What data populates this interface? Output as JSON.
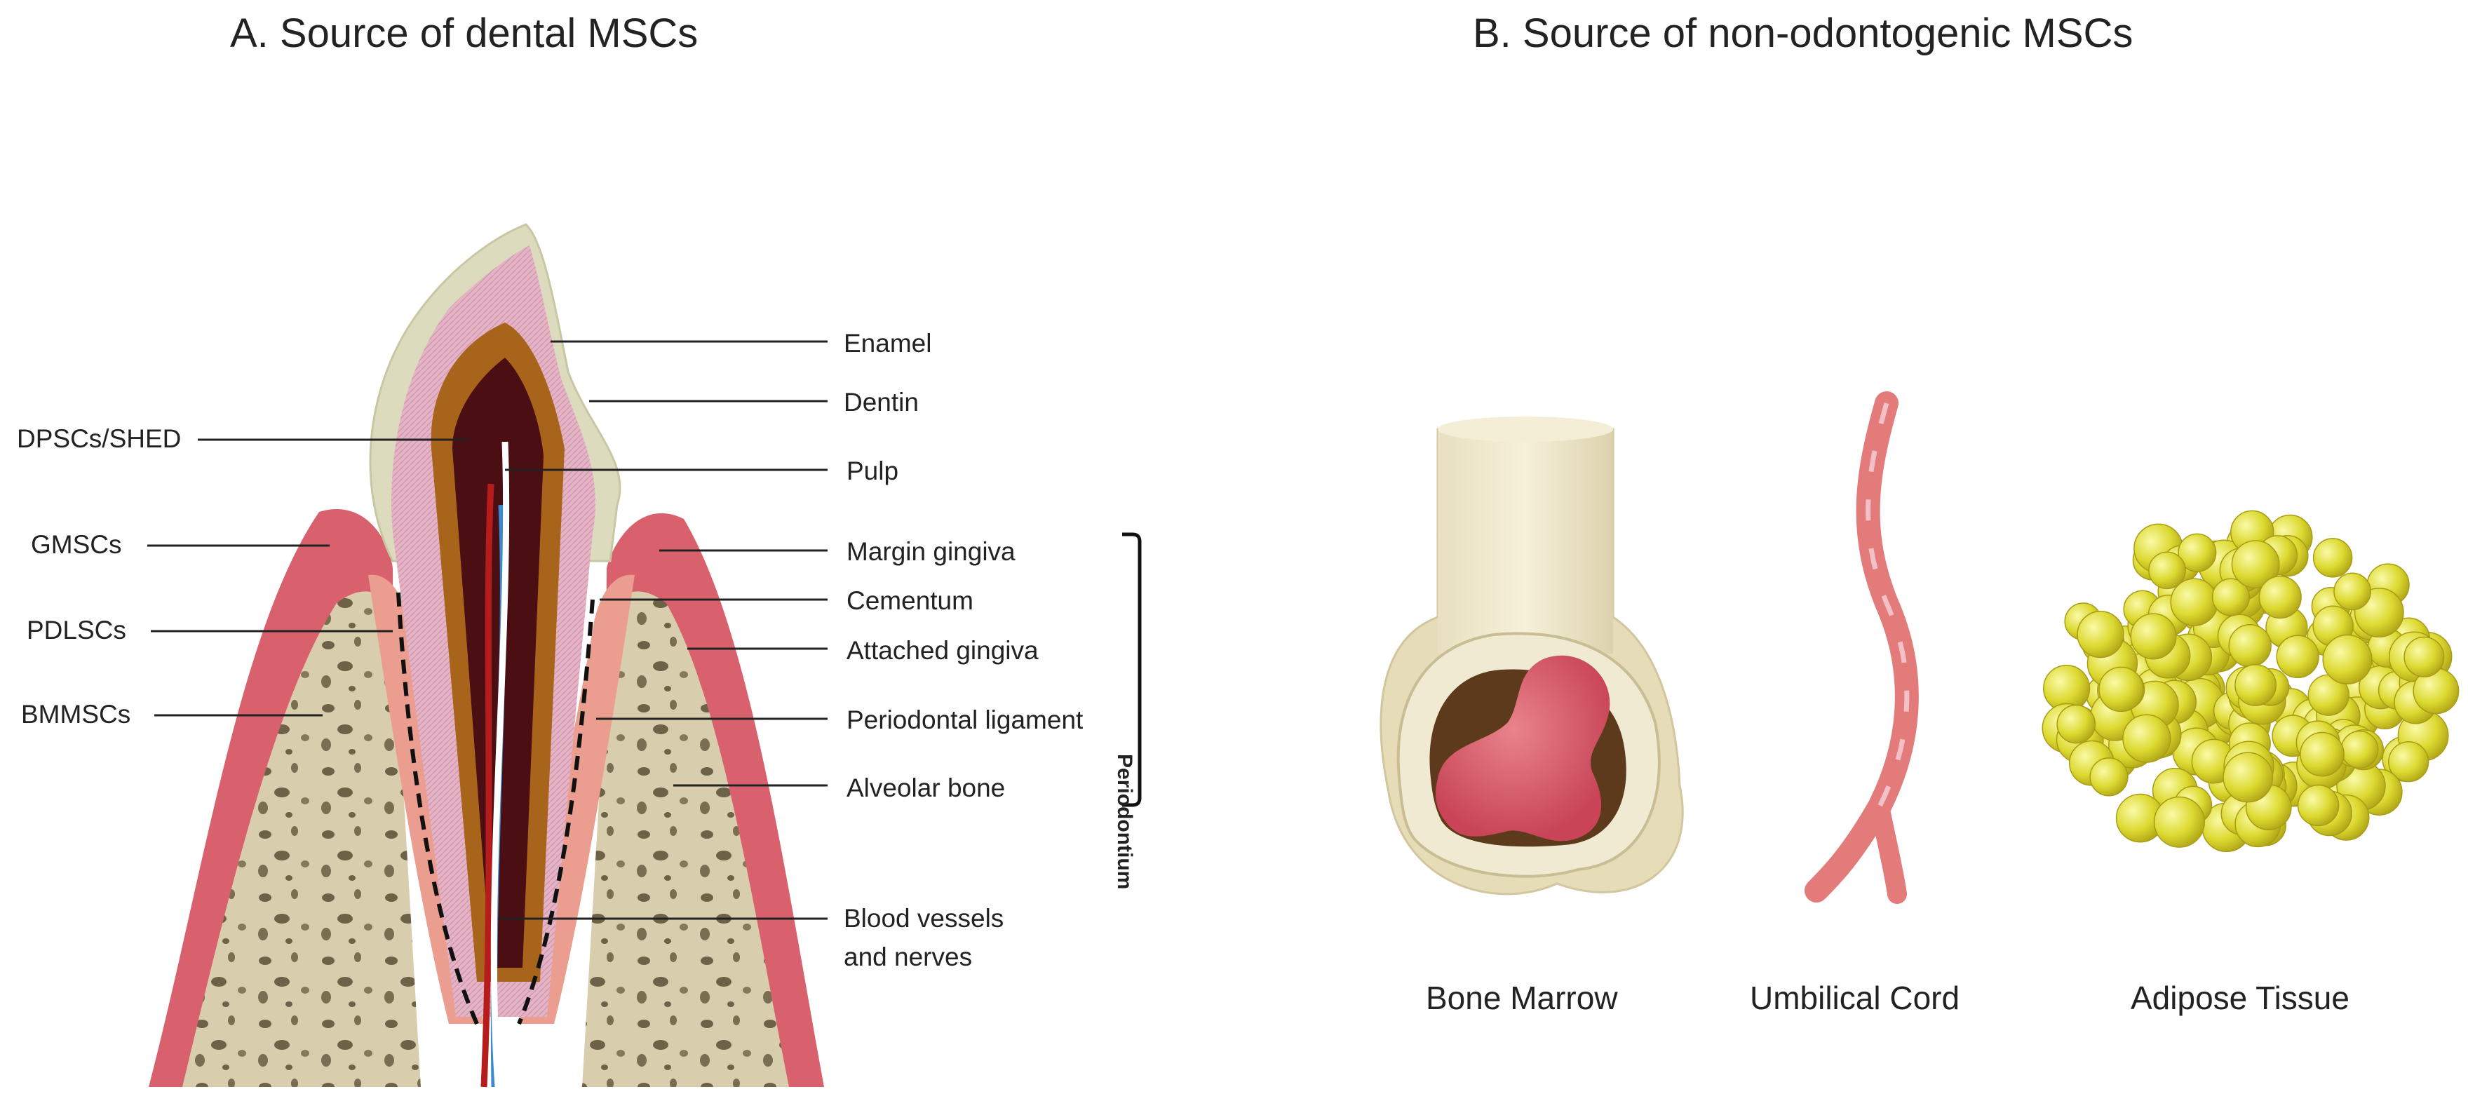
{
  "panels": {
    "a_title": "A. Source of dental MSCs",
    "b_title": "B. Source of non-odontogenic MSCs"
  },
  "left_labels": [
    "DPSCs/SHED",
    "GMSCs",
    "PDLSCs",
    "BMMSCs"
  ],
  "right_labels": [
    "Enamel",
    "Dentin",
    "Pulp",
    "Margin gingiva",
    "Cementum",
    "Attached gingiva",
    "Periodontal ligament",
    "Alveolar bone"
  ],
  "vessels_label": [
    "Blood vessels",
    "and nerves"
  ],
  "bracket_label": "Periodontium",
  "sources": [
    "Bone Marrow",
    "Umbilical Cord",
    "Adipose Tissue"
  ],
  "colors": {
    "gum": "#d9616e",
    "bone": "#d8ceae",
    "enamel": "#dcdbbe",
    "dentin": "#e6b8c8",
    "pulp_ring": "#a9641c",
    "pulp": "#4b0e12",
    "marrow": "#d9606a",
    "cord": "#e47b7b",
    "adipose": "#d4d330"
  }
}
